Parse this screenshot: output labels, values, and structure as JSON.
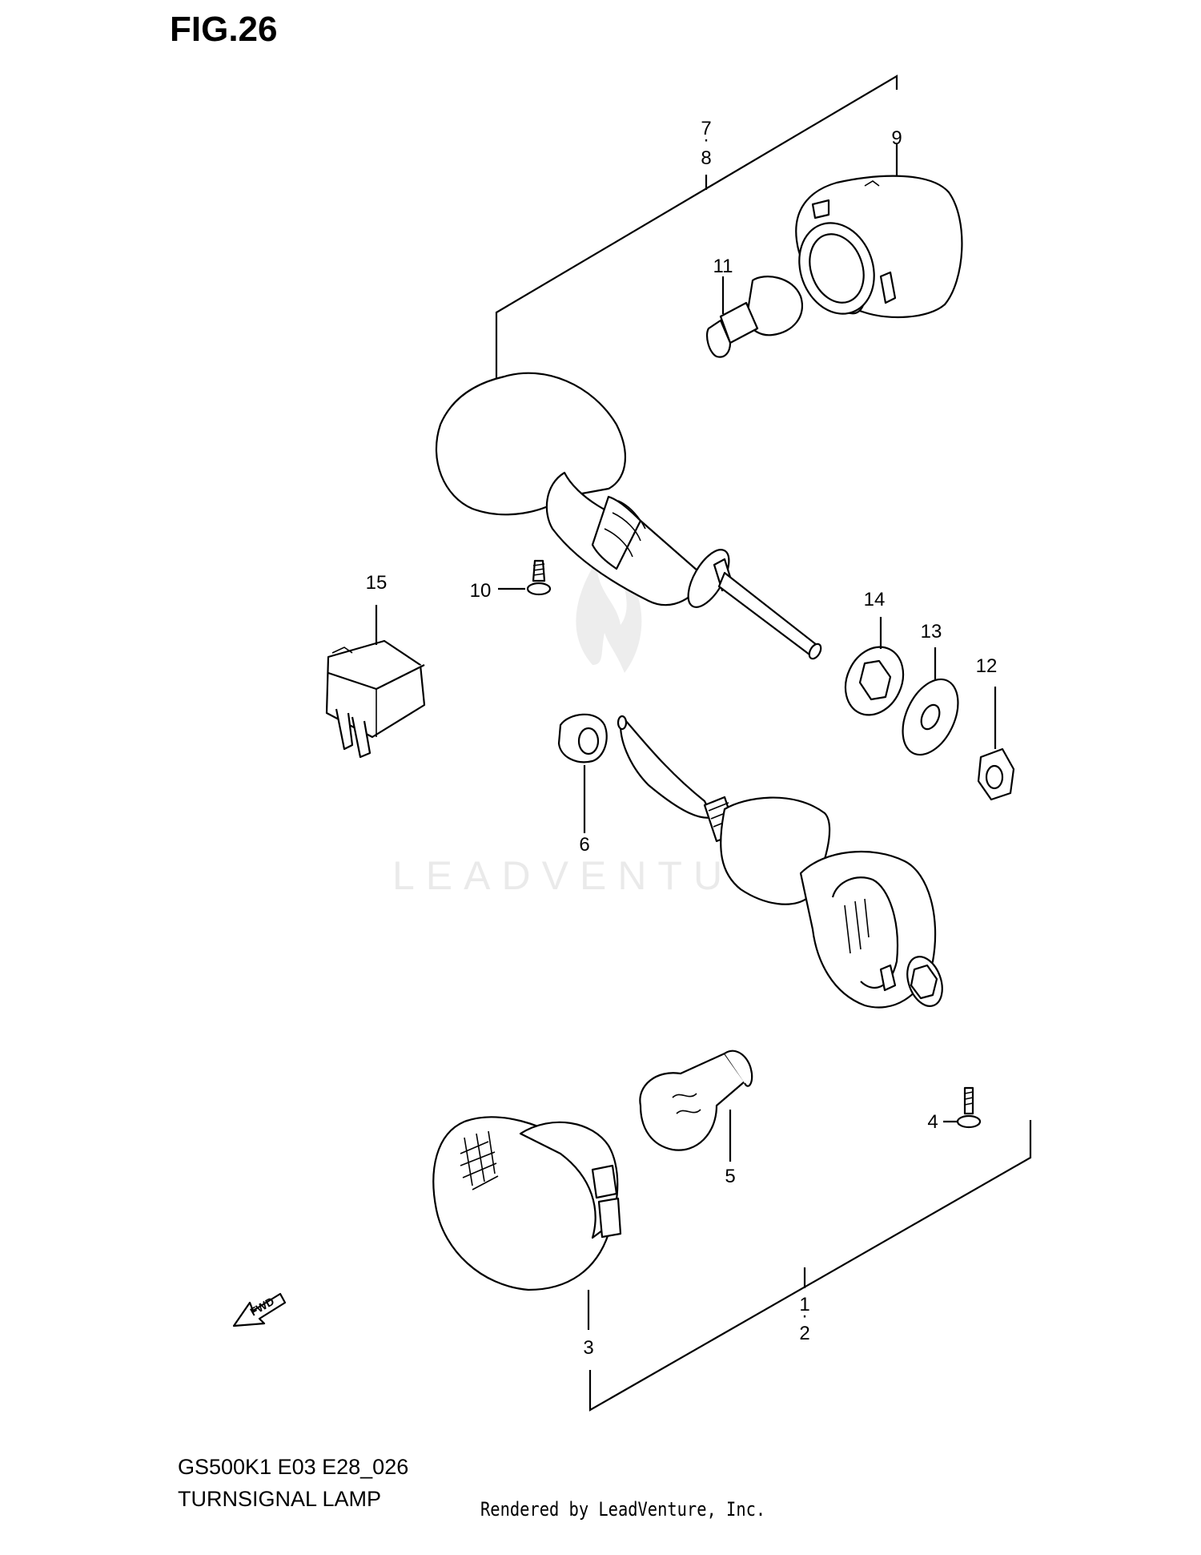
{
  "figure": {
    "title": "FIG.26"
  },
  "footer": {
    "model_code": "GS500K1 E03 E28_026",
    "section_title": "TURNSIGNAL LAMP",
    "credit": "Rendered by LeadVenture, Inc."
  },
  "watermark": {
    "text": "LEADVENTURE"
  },
  "fwd_label": "FWD",
  "callouts": {
    "c1": "1",
    "c2": "2",
    "c3": "3",
    "c4": "4",
    "c5": "5",
    "c6": "6",
    "c7": "7",
    "c8": "8",
    "c9": "9",
    "c10": "10",
    "c11": "11",
    "c12": "12",
    "c13": "13",
    "c14": "14",
    "c15": "15"
  }
}
